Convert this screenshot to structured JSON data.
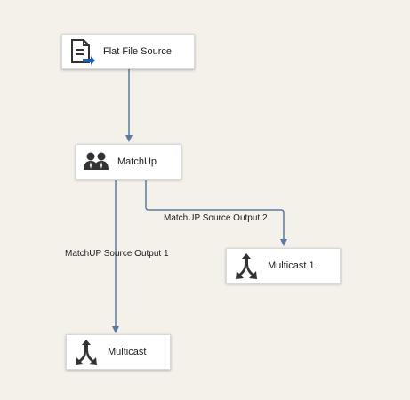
{
  "nodes": {
    "flat_file_source": {
      "label": "Flat File Source",
      "icon": "flat-file-source-icon"
    },
    "matchup": {
      "label": "MatchUp",
      "icon": "users-icon"
    },
    "multicast_1": {
      "label": "Multicast 1",
      "icon": "multicast-icon"
    },
    "multicast": {
      "label": "Multicast",
      "icon": "multicast-icon"
    }
  },
  "paths": {
    "output_1_label": "MatchUP Source Output 1",
    "output_2_label": "MatchUP Source Output 2"
  },
  "colors": {
    "connector": "#5b7aa3",
    "background": "#f4f1ea",
    "icon_dark": "#333333",
    "icon_blue": "#1f5fa8"
  }
}
